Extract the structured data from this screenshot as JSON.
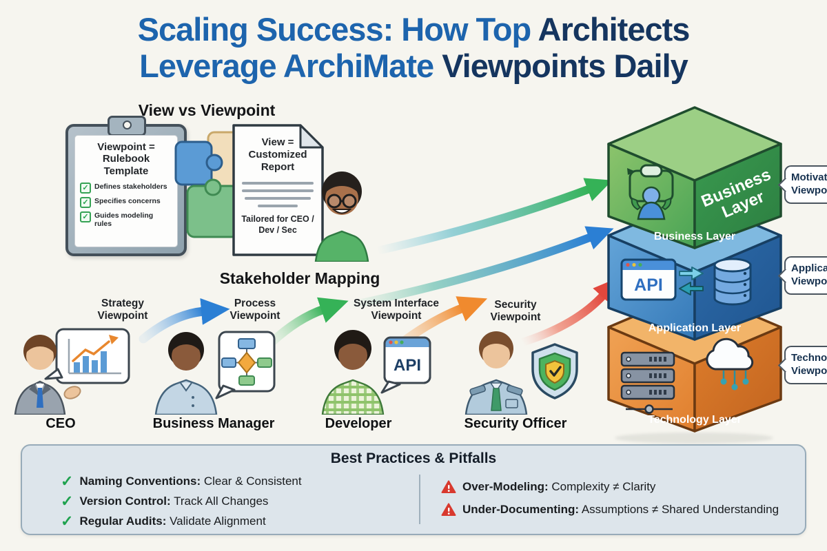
{
  "title": {
    "line1_blue": "Scaling Success: How Top",
    "line1_navy": "Architects",
    "line2_blue": "Leverage ArchiMate",
    "line2_navy": "Viewpoints Daily"
  },
  "view_vs_viewpoint": {
    "heading": "View vs Viewpoint",
    "clipboard_title": "Viewpoint = Rulebook Template",
    "clipboard_items": [
      "Defines stakeholders",
      "Specifies concerns",
      "Guides modeling rules"
    ],
    "document_title": "View = Customized Report",
    "document_footer": "Tailored for CEO / Dev / Sec"
  },
  "stakeholder_mapping": {
    "heading": "Stakeholder Mapping",
    "viewpoint_labels": [
      "Strategy Viewpoint",
      "Process Viewpoint",
      "System Interface Viewpoint",
      "Security Viewpoint"
    ],
    "personas": [
      "CEO",
      "Business Manager",
      "Developer",
      "Security Officer"
    ],
    "developer_bubble_text": "API"
  },
  "layers": {
    "business_side_line1": "Business",
    "business_side_line2": "Layer",
    "business_caption": "Business Layer",
    "application_caption": "Application Layer",
    "application_api_text": "API",
    "technology_caption": "Technology Layer"
  },
  "callouts": [
    {
      "line1": "Motivation",
      "line2": "Viewpoint"
    },
    {
      "line1": "Application",
      "line2": "Viewpoint"
    },
    {
      "line1": "Technology",
      "line2": "Viewpoint"
    }
  ],
  "best_practices": {
    "heading": "Best Practices & Pitfalls",
    "practices": [
      {
        "label": "Naming Conventions:",
        "text": "Clear & Consistent"
      },
      {
        "label": "Version Control:",
        "text": "Track All Changes"
      },
      {
        "label": "Regular Audits:",
        "text": "Validate Alignment"
      }
    ],
    "pitfalls": [
      {
        "label": "Over-Modeling:",
        "text": "Complexity ≠ Clarity"
      },
      {
        "label": "Under-Documenting:",
        "text": "Assumptions ≠ Shared Understanding"
      }
    ]
  },
  "icons": {
    "check_glyph": "✓"
  },
  "colors": {
    "accent_blue": "#1d64ad",
    "navy": "#15355f",
    "arrow_green": "#35b257",
    "arrow_blue": "#2b7fd4",
    "arrow_orange": "#f08a2e",
    "arrow_red": "#e2473d",
    "check_green": "#1fa24f",
    "warning_red": "#d8392e"
  }
}
